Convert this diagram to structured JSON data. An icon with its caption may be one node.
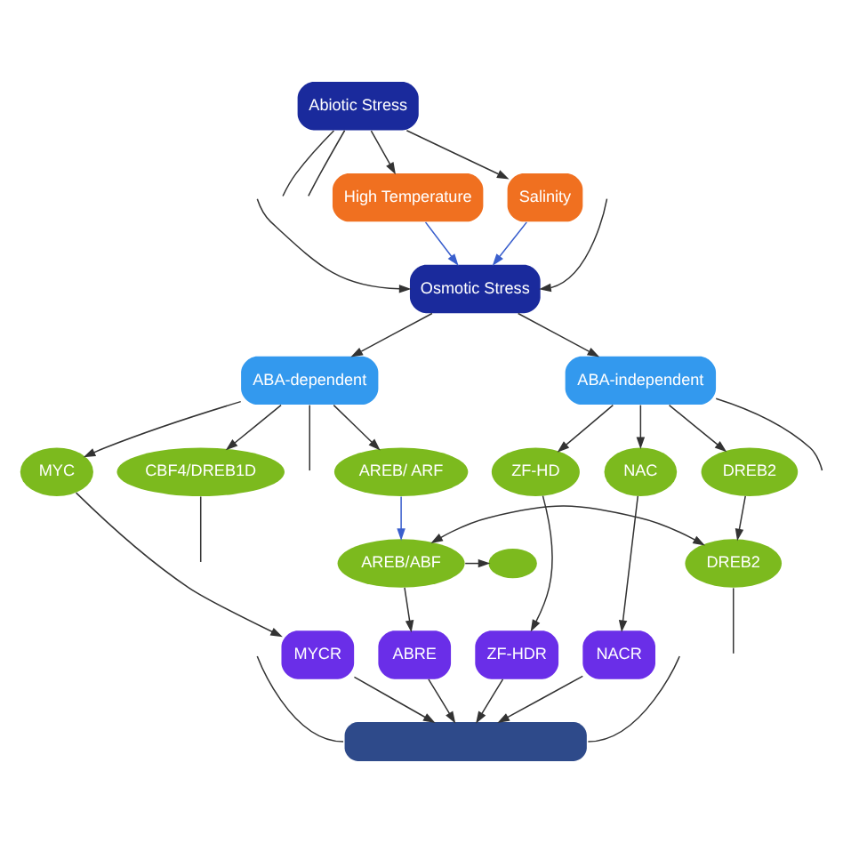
{
  "diagram": {
    "nodes": [
      {
        "text": [
          "Abiotic Stress"
        ]
      },
      {
        "text": [
          "High Temperature"
        ]
      },
      {
        "text": [
          "Salinity"
        ]
      },
      {
        "text": [
          "Osmotic Stress"
        ]
      },
      {
        "text": [
          "ABA-dependent"
        ]
      },
      {
        "text": [
          "ABA-independent"
        ]
      },
      {
        "text": [
          "MYC"
        ]
      },
      {
        "text": [
          "AREB/ ARF"
        ]
      },
      {
        "text": [
          "CBF4/DREB1D"
        ]
      },
      {
        "text": [
          "ZF-HD"
        ]
      },
      {
        "text": [
          "NAC"
        ]
      },
      {
        "text": [
          "DREB2"
        ]
      },
      {
        "text": [
          "AREB/ABF"
        ]
      },
      {
        "text": [
          "DREB2"
        ]
      },
      {
        "text": [
          "MYCR"
        ]
      },
      {
        "text": [
          "ABRE"
        ]
      },
      {
        "text": [
          "ZF-HDR"
        ]
      },
      {
        "text": [
          "NACR"
        ]
      },
      {
        "text": [],
        "shape": "box"
      },
      {
        "text": [],
        "shape": "ellipse"
      }
    ],
    "edges": [
      {
        "from": 0,
        "to": 1,
        "arrow": "to"
      },
      {
        "from": 0,
        "to": 2,
        "arrow": "to"
      },
      {
        "from": 0,
        "to": null,
        "arrow": "none"
      },
      {
        "from": 0,
        "to": null,
        "arrow": "none"
      },
      {
        "from": 1,
        "to": 3,
        "arrow": "to",
        "color": "#3a5fcd"
      },
      {
        "from": 2,
        "to": 3,
        "arrow": "to",
        "color": "#3a5fcd"
      },
      {
        "from": null,
        "to": 3,
        "arrow": "to"
      },
      {
        "from": null,
        "to": 3,
        "arrow": "to"
      },
      {
        "from": 3,
        "to": 4,
        "arrow": "to"
      },
      {
        "from": 3,
        "to": 5,
        "arrow": "to"
      },
      {
        "from": 4,
        "to": 6,
        "arrow": "to"
      },
      {
        "from": 4,
        "to": 7,
        "arrow": "to"
      },
      {
        "from": 4,
        "to": 8,
        "arrow": "to"
      },
      {
        "from": 4,
        "to": null,
        "arrow": "none"
      },
      {
        "from": 5,
        "to": 9,
        "arrow": "to"
      },
      {
        "from": 5,
        "to": 10,
        "arrow": "to"
      },
      {
        "from": 5,
        "to": 11,
        "arrow": "to"
      },
      {
        "from": 5,
        "to": null,
        "arrow": "none"
      },
      {
        "from": 7,
        "to": 12,
        "arrow": "to",
        "color": "#3a5fcd"
      },
      {
        "from": 11,
        "to": 13,
        "arrow": "to"
      },
      {
        "from": 8,
        "to": null,
        "arrow": "none"
      },
      {
        "from": 12,
        "to": 13,
        "arrow": "both"
      },
      {
        "from": 12,
        "to": 19,
        "arrow": "to"
      },
      {
        "from": 13,
        "to": null,
        "arrow": "none"
      },
      {
        "from": 6,
        "to": 14,
        "arrow": "to"
      },
      {
        "from": 12,
        "to": 15,
        "arrow": "to"
      },
      {
        "from": 9,
        "to": 16,
        "arrow": "to"
      },
      {
        "from": 10,
        "to": 17,
        "arrow": "to"
      },
      {
        "from": 14,
        "to": 18,
        "arrow": "to"
      },
      {
        "from": 15,
        "to": 18,
        "arrow": "to"
      },
      {
        "from": 16,
        "to": 18,
        "arrow": "to"
      },
      {
        "from": 17,
        "to": 18,
        "arrow": "to"
      },
      {
        "from": null,
        "to": 18,
        "arrow": "none"
      },
      {
        "from": null,
        "to": 18,
        "arrow": "none"
      }
    ]
  }
}
